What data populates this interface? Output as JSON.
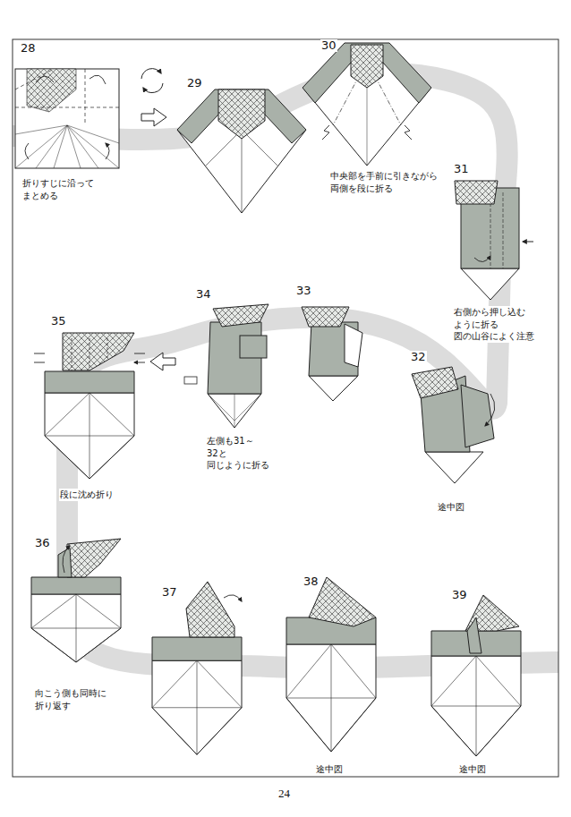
{
  "diagram": {
    "labels": [
      "28",
      "29",
      "30",
      "折りすじに沿って まとめる",
      "中央部を手前に引きながら 両側を段に折る",
      "31",
      "右側から押し込む ように折る 図の山谷によく注意",
      "34",
      "33",
      "35",
      "32",
      "左側も31～32と 同じように折る",
      "段に沈め折り",
      "途中図",
      "36",
      "37",
      "38",
      "39",
      "向こう側も同時に 折り返す",
      "途中図",
      "途中図",
      "24"
    ]
  }
}
